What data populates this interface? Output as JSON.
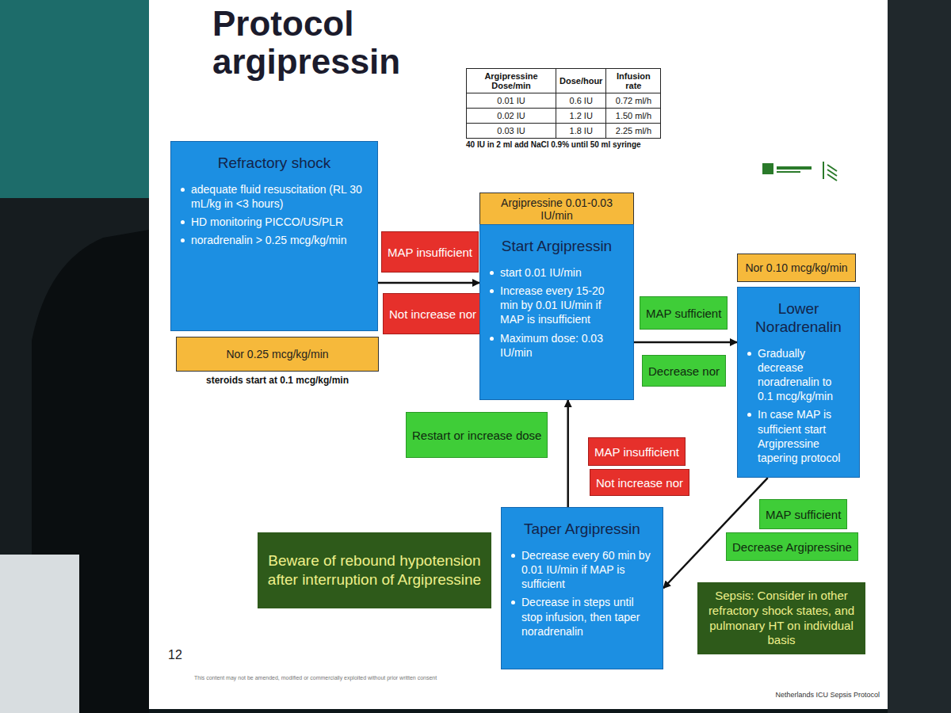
{
  "diagram": {
    "title": "Protocol argipressin",
    "nodes": [
      {
        "text": [
          "Refractory shock",
          "adequate fluid resuscitation (RL 30 mL/kg in <3 hours)",
          "HD monitoring PICCO/US/PLR",
          "noradrenalin > 0.25 mcg/kg/min"
        ]
      },
      {
        "text": [
          "Nor 0.25 mcg/kg/min"
        ]
      },
      {
        "text": [
          "MAP insufficient"
        ]
      },
      {
        "text": [
          "Not increase nor"
        ]
      },
      {
        "text": [
          "Argipressine 0.01-0.03 IU/min"
        ]
      },
      {
        "text": [
          "Start Argipressin",
          "start 0.01 IU/min",
          "Increase every 15-20 min by 0.01 IU/min if MAP is insufficient",
          "Maximum dose: 0.03 IU/min"
        ]
      },
      {
        "text": [
          "MAP sufficient"
        ]
      },
      {
        "text": [
          "Decrease nor"
        ]
      },
      {
        "text": [
          "Nor 0.10 mcg/kg/min"
        ]
      },
      {
        "text": [
          "Lower Noradrenalin",
          "Gradually decrease noradrenalin to 0.1 mcg/kg/min",
          "In case MAP is sufficient start Argipressine tapering protocol"
        ]
      },
      {
        "text": [
          "Restart or increase dose"
        ]
      },
      {
        "text": [
          "MAP insufficient"
        ]
      },
      {
        "text": [
          "Not increase nor"
        ]
      },
      {
        "text": [
          "Beware of rebound hypotension after interruption of Argipressine"
        ]
      },
      {
        "text": [
          "Taper Argipressin",
          "Decrease every 60 min by 0.01 IU/min if MAP is sufficient",
          "Decrease in steps until stop infusion, then taper noradrenalin"
        ]
      },
      {
        "text": [
          "MAP sufficient"
        ]
      },
      {
        "text": [
          "Decrease Argipressine"
        ]
      },
      {
        "text": [
          "Sepsis: Consider in other refractory shock states, and pulmonary HT on individual basis"
        ]
      }
    ],
    "edges": [
      {
        "from": 0,
        "to": 5,
        "arrow": "to"
      },
      {
        "from": 5,
        "to": 9,
        "arrow": "to"
      },
      {
        "from": 9,
        "to": 14,
        "arrow": "to"
      },
      {
        "from": 14,
        "to": 5,
        "arrow": "to"
      }
    ],
    "labels": [
      "Argipressine Dose/min",
      "Dose/hour",
      "Infusion rate",
      "0.01 IU",
      "0.6 IU",
      "0.72 ml/h",
      "0.02 IU",
      "1.2 IU",
      "1.50 ml/h",
      "0.03 IU",
      "1.8 IU",
      "2.25 ml/h",
      "40 IU in 2 ml add NaCl 0.9% until 50 ml syringe",
      "steroids start at 0.1 mcg/kg/min",
      "12",
      "This content may not be amended, modified or commercially exploited without prior written consent",
      "Netherlands ICU Sepsis Protocol"
    ]
  }
}
